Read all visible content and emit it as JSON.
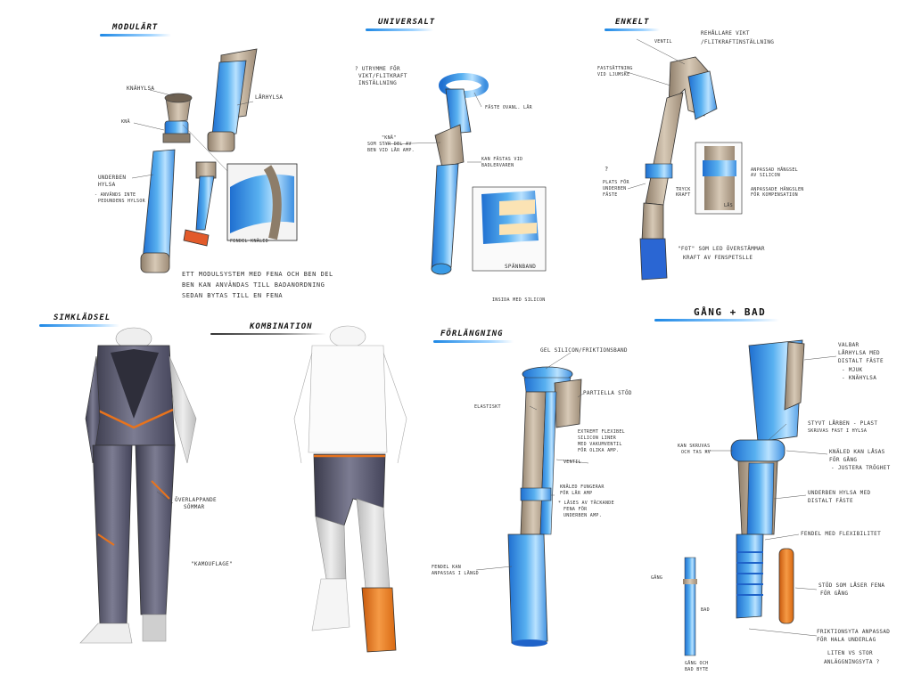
{
  "sections": {
    "modulart": "Modulärt",
    "universalt": "Universalt",
    "enkelt": "Enkelt",
    "simkladsel": "Simklädsel",
    "kombination": "Kombination",
    "forlangning": "Förlängning",
    "gang_bad": "Gång + Bad"
  },
  "modulart": {
    "knahylsa": "Knähylsa",
    "lar_hylsa": "Lårhylsa",
    "kna": "Knä",
    "underben_hylsa_1": "Underben",
    "underben_hylsa_2": "hylsa",
    "anvands_1": "- Används inte",
    "anvands_2": "Pedundens hylsor",
    "fendel": "Fendel Knäled",
    "note_1": "Ett modulsystem med fena och ben del",
    "note_2": "Ben kan användas till badanordning",
    "note_3": "Sedan bytas till en fena"
  },
  "universalt": {
    "utrymme_1": "? Utrymme för",
    "utrymme_2": "vikt/flitkraft",
    "utrymme_3": "inställning",
    "faste": "Fäste ovanl. lår",
    "kna_1": "\"Knä\"",
    "kna_2": "som styr del av",
    "kna_3": "ben vid lår amp.",
    "kan_fastas_1": "Kan fästas vid",
    "kan_fastas_2": "badlervaren",
    "spanband": "Spännband",
    "insida": "Insida med silicon"
  },
  "enkelt": {
    "ventil": "Ventil",
    "rehallare_1": "Rehållare vikt",
    "rehallare_2": "/flitkraftinställning",
    "fastattning_1": "Fastsättning",
    "fastattning_2": "vid ljumske",
    "fraga": "?",
    "plats_1": "Plats för",
    "plats_2": "underben",
    "plats_3": "fäste",
    "minor_1": "Anpassad hängsel",
    "minor_2": "av silicon",
    "minor_3": "Anpassade hängslen",
    "minor_4": "för kompensation",
    "minor_5": "Tryck",
    "minor_6": "kraft",
    "minor_7": "Lås",
    "fot_1": "\"Fot\" som led överstämmar",
    "fot_2": "kraft av fenspetslle"
  },
  "simkladsel": {
    "overlappande_1": "Överlappande",
    "overlappande_2": "sömmar",
    "kamouflage": "\"Kamouflage\""
  },
  "forlangning": {
    "gel": "Gel silicon/friktionsband",
    "elastiskt": "Elastiskt",
    "partiella": "Partiella stöd",
    "extremt_1": "Extremt flexibel",
    "extremt_2": "silicon liner",
    "extremt_3": "med vakumventil",
    "extremt_4": "för olika amp.",
    "ventil": "Ventil",
    "knaled_1": "Knäled fungerar",
    "knaled_2": "för lår amp",
    "lases_1": "* Låses av täckande",
    "lases_2": "fena för",
    "lases_3": "underben amp.",
    "fendel_1": "Fendel kan",
    "fendel_2": "anpassas i längd"
  },
  "gang_bad": {
    "valbar_1": "Valbar",
    "valbar_2": "lårhylsa med",
    "valbar_3": "distalt fäste",
    "valbar_4": "- Mjuk",
    "valbar_5": "- Knähylsa",
    "kan_skruvas_1": "Kan skruvas",
    "kan_skruvas_2": "och tas av",
    "styvt_1": "Styvt lårben - plast",
    "styvt_2": "skruvas fast i hylsa",
    "knaled_1": "Knäled kan låsas",
    "knaled_2": "för gång",
    "knaled_3": "- Justera tröghet",
    "underben_1": "Underben hylsa med",
    "underben_2": "distalt fäste",
    "fendel": "Fendel med flexibilitet",
    "stod_1": "Stöd som låser fena",
    "stod_2": "för gång",
    "friktion_1": "Friktionsyta anpassad",
    "friktion_2": "för hala underlag",
    "liten_1": "Liten vs stor",
    "liten_2": "anläggningsyta ?",
    "mini_1": "Gång",
    "mini_2": "Bad",
    "mini_3": "Gång och",
    "mini_4": "bad byte"
  },
  "colors": {
    "blue": "#3a9be6",
    "light_blue": "#a8d8ff",
    "dark_blue": "#1f63c9",
    "beige": "#b8a793",
    "grey_suit": "#5d5d70",
    "orange": "#e87a1c"
  }
}
